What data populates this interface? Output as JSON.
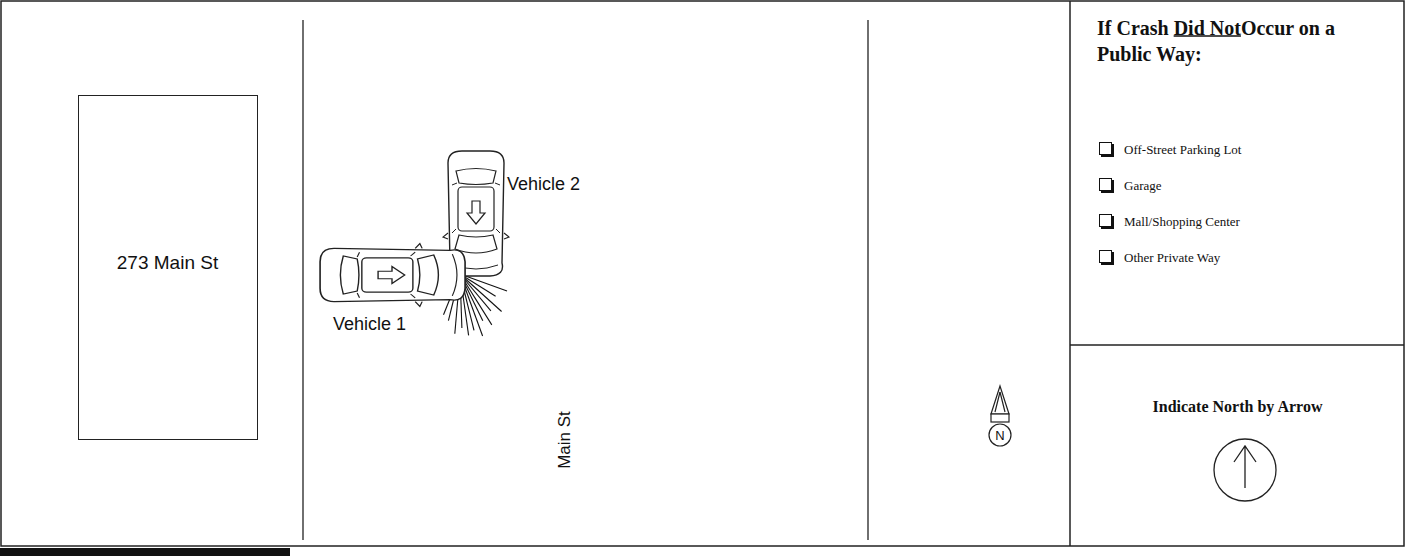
{
  "diagram": {
    "nodes": [
      {
        "text": [
          "273 Main St"
        ]
      },
      {
        "text": [
          "If Crash Did NotOccur on a Public Way:",
          "Off-Street Parking Lot",
          "Garage",
          "Mall/Shopping Center",
          "Other Private Way"
        ]
      },
      {
        "text": [
          "Indicate North by Arrow"
        ]
      }
    ],
    "labels": [
      "Vehicle 2",
      "Vehicle 1",
      "Main St",
      "N"
    ]
  }
}
